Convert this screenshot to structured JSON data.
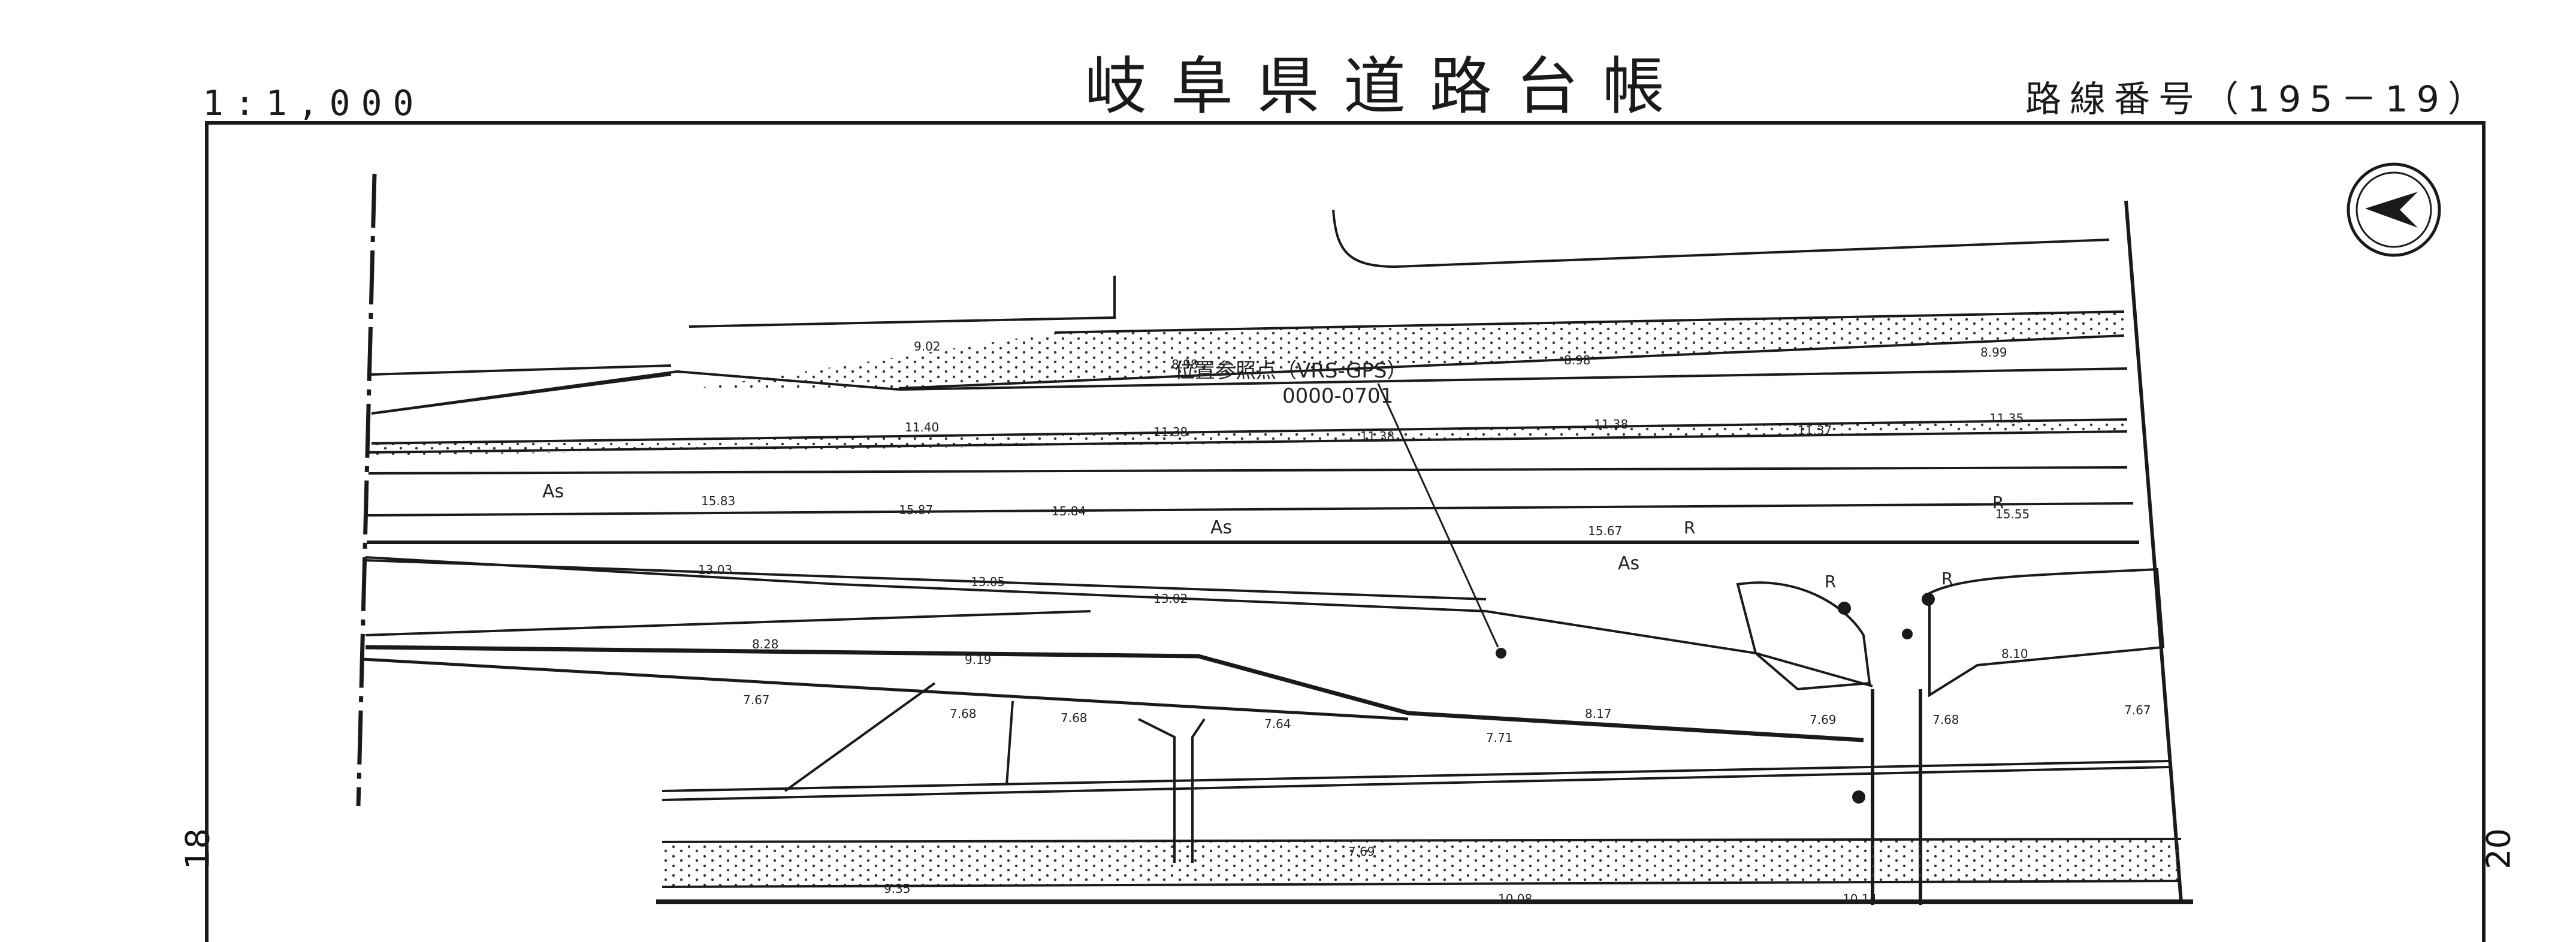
{
  "header": {
    "scale": "1:1,000",
    "title": "岐阜県道路台帳",
    "route_number": "路線番号（195－19）"
  },
  "sheet_links": {
    "left": "18",
    "right": "20"
  },
  "reference_point": {
    "label": "位置参照点（VRS-GPS）",
    "code": "0000-0701"
  },
  "surface_labels": [
    "As",
    "As",
    "As"
  ],
  "elevations": [
    "9.02",
    "8.98",
    "8.98",
    "8.99",
    "11.40",
    "11.38",
    "11.38",
    "11.38",
    "11.37",
    "11.35",
    "15.83",
    "15.87",
    "15.84",
    "15.67",
    "15.55",
    "13.03",
    "13.05",
    "13.02",
    "8.28",
    "9.19",
    "7.67",
    "7.68",
    "7.68",
    "7.64",
    "7.71",
    "8.17",
    "7.69",
    "7.68",
    "7.67",
    "8.10",
    "7.69",
    "10.08",
    "10.14",
    "9.35"
  ],
  "curve_labels": [
    "R",
    "R",
    "R",
    "R"
  ],
  "colors": {
    "ink": "#1a1a1a",
    "paper": "#ffffff"
  },
  "icons": {
    "north_arrow": "north-arrow-icon"
  }
}
